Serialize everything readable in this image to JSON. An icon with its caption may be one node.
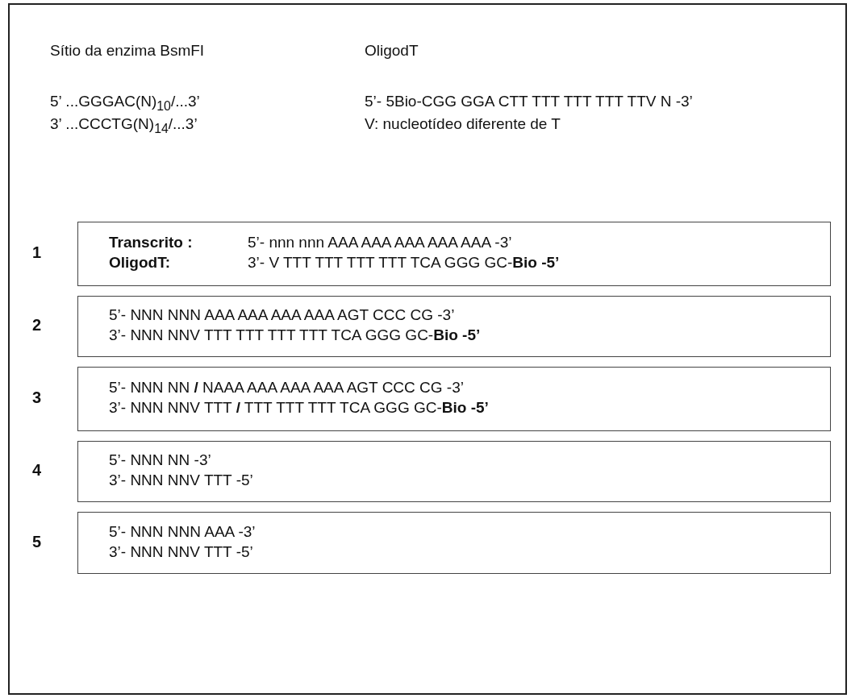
{
  "diagram": {
    "nodes": [
      {
        "text": [
          "Transcrito :",
          "5’- nnn nnn AAA AAA AAA AAA AAA -3’",
          "OligodT:",
          "3’- V TTT TTT TTT TTT TCA GGG GC-**Bio -5’**"
        ],
        "beside": [
          "1"
        ]
      },
      {
        "text": [
          "5’- NNN NNN AAA AAA AAA AAA AGT CCC CG -3’",
          "3’- NNN NNV TTT TTT TTT TTT TCA GGG GC-**Bio -5’**"
        ],
        "beside": [
          "2"
        ]
      },
      {
        "text": [
          "5’- NNN NN **/** NAAA AAA AAA AAA AGT CCC CG -3’",
          "3’- NNN NNV TTT **/** TTT TTT TTT TCA GGG GC-**Bio -5’**"
        ],
        "beside": [
          "3"
        ]
      },
      {
        "text": [
          "5’- NNN NN -3’",
          "3’- NNN NNV TTT -5’"
        ],
        "beside": [
          "4"
        ]
      },
      {
        "text": [
          "5’- NNN NNN AAA -3’",
          "3’- NNN NNV TTT -5’"
        ],
        "beside": [
          "5"
        ]
      }
    ],
    "edges": [],
    "labels": [
      "Sítio da enzima BsmFI",
      "OligodT",
      "5’ ...GGGAC(N)$_{10}$/...3’",
      "5’- 5Bio-CGG GGA CTT TTT TTT TTT TTV N -3’",
      "3’ ...CCCTG(N)$_{14}$/...3’",
      "V: nucleotídeo diferente de T"
    ]
  }
}
